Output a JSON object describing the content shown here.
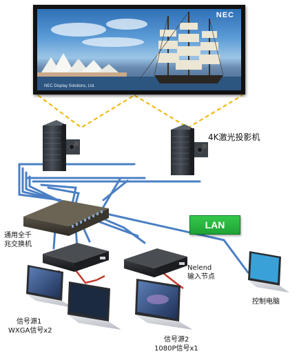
{
  "screen": {
    "brand": "NEC",
    "caption": "NEC Display Solutions, Ltd."
  },
  "labels": {
    "projector": "4K激光投影机",
    "switch_line1": "通用全千",
    "switch_line2": "兆交换机",
    "node_line1": "Nelend",
    "node_line2": "输入节点",
    "control_pc": "控制电脑",
    "source1_line1": "信号源1",
    "source1_line2": "WXGA信号x2",
    "source2_line1": "信号源2",
    "source2_line2": "1080P信号x1"
  },
  "lan_badge": "LAN",
  "colors": {
    "cable_blue": "#4a7fc4",
    "video_red": "#c0392b",
    "projection_dash": "#f0b400",
    "lan_green": "#22a83a"
  }
}
